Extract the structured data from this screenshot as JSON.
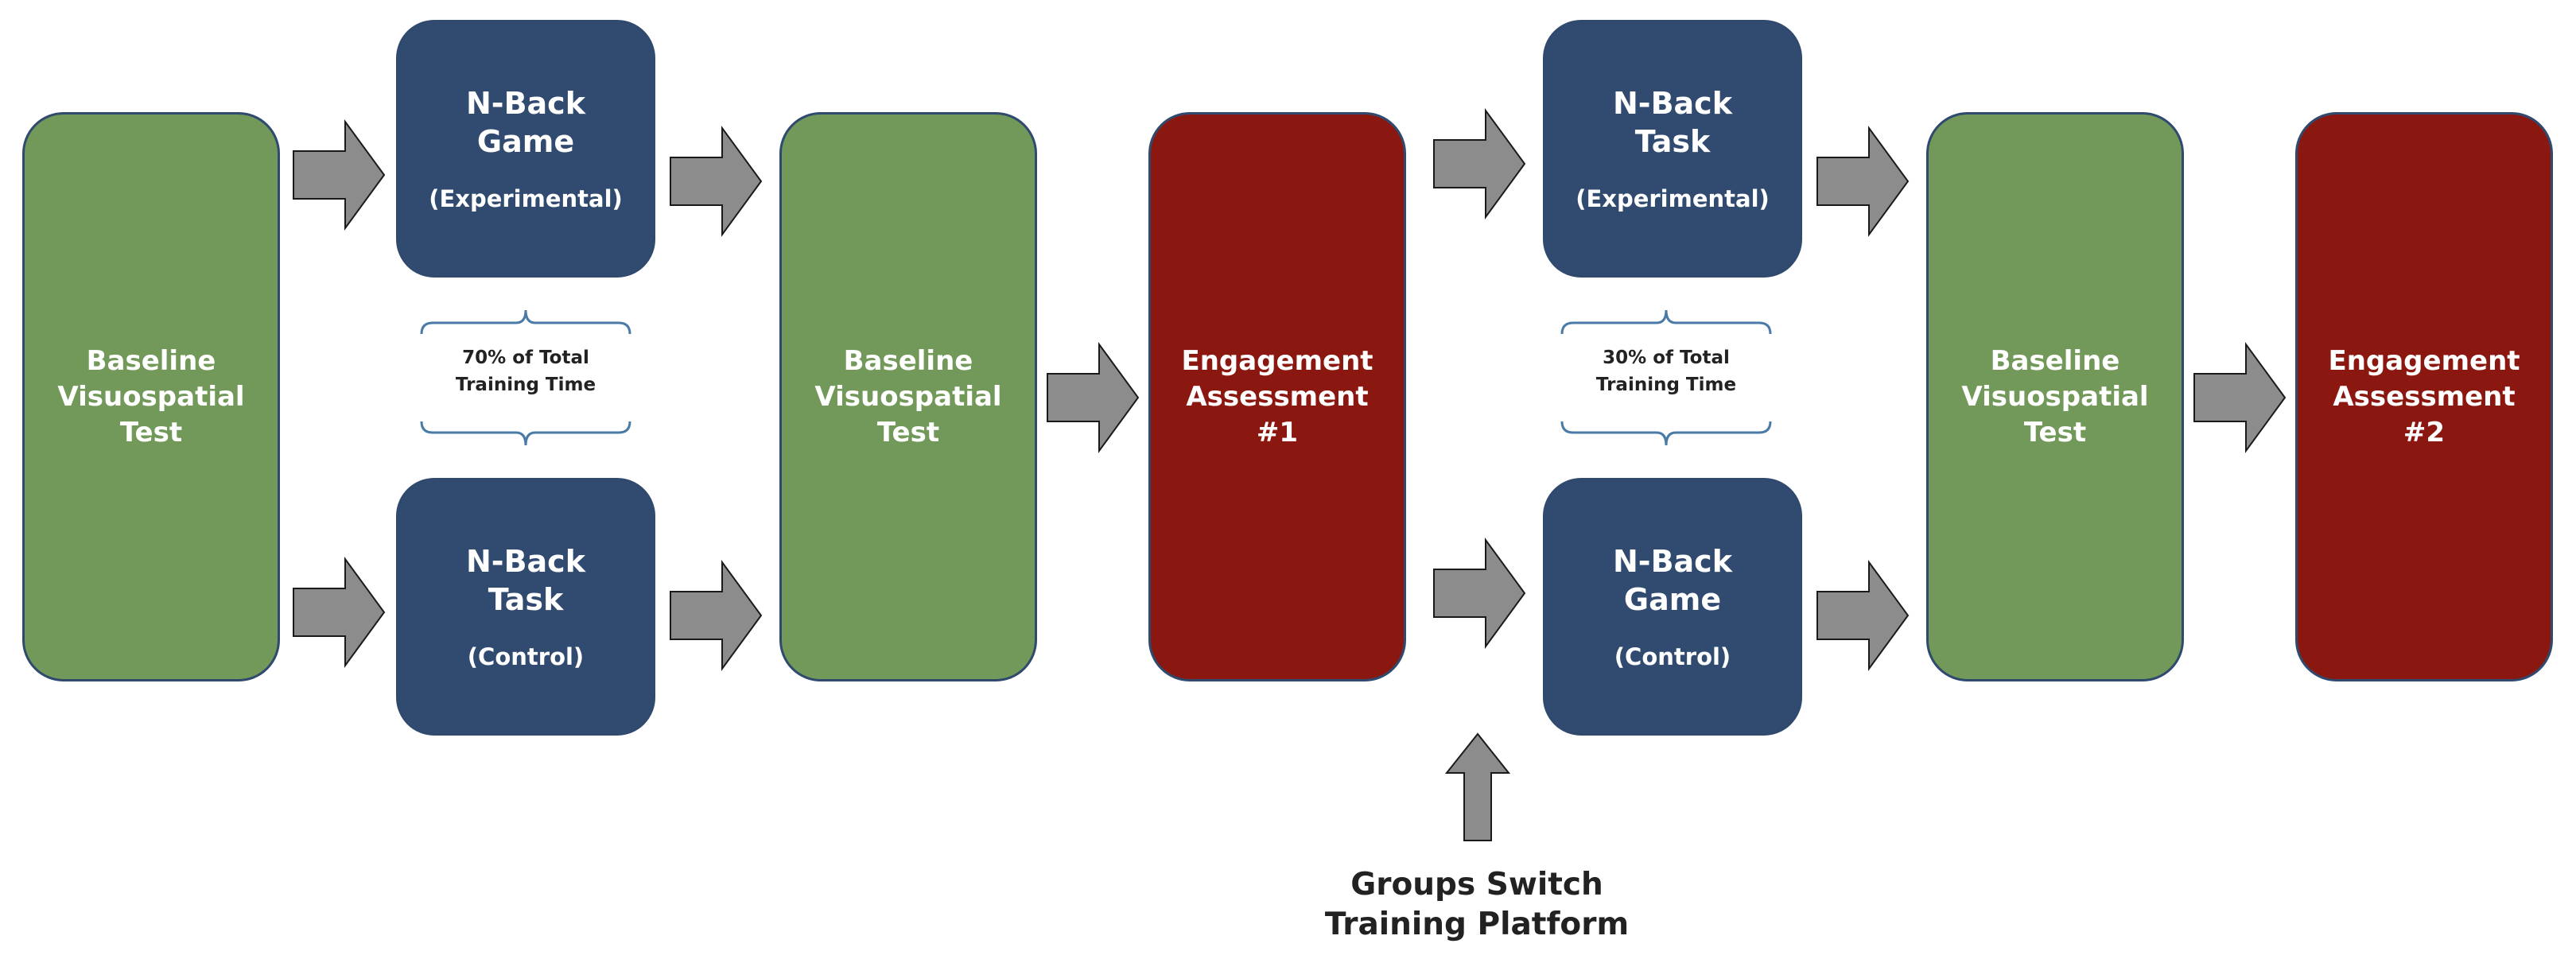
{
  "colors": {
    "green": "#729959",
    "red": "#8b1810",
    "navy": "#314a6f",
    "arrow": "#8c8c8c"
  },
  "stages": {
    "baseline1": {
      "lines": [
        "Baseline",
        "Visuospatial",
        "Test"
      ]
    },
    "baseline2": {
      "lines": [
        "Baseline",
        "Visuospatial",
        "Test"
      ]
    },
    "baseline3": {
      "lines": [
        "Baseline",
        "Visuospatial",
        "Test"
      ]
    },
    "engagement1": {
      "lines": [
        "Engagement",
        "Assessment",
        "#1"
      ]
    },
    "engagement2": {
      "lines": [
        "Engagement",
        "Assessment",
        "#2"
      ]
    }
  },
  "phase1": {
    "top": {
      "title": [
        "N-Back",
        "Game"
      ],
      "group": "(Experimental)"
    },
    "bottom": {
      "title": [
        "N-Back",
        "Task"
      ],
      "group": "(Control)"
    },
    "brace": [
      "70% of Total",
      "Training Time"
    ]
  },
  "phase2": {
    "top": {
      "title": [
        "N-Back",
        "Task"
      ],
      "group": "(Experimental)"
    },
    "bottom": {
      "title": [
        "N-Back",
        "Game"
      ],
      "group": "(Control)"
    },
    "brace": [
      "30% of Total",
      "Training Time"
    ]
  },
  "switch_note": [
    "Groups Switch",
    "Training Platform"
  ]
}
